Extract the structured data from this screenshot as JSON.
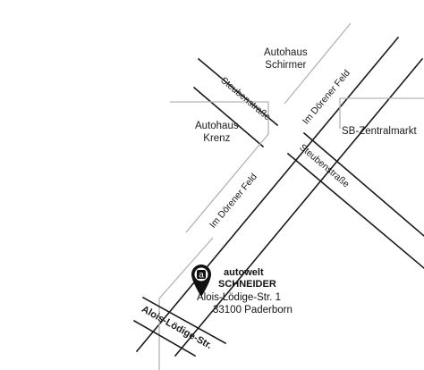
{
  "places": {
    "autohaus_schirmer": [
      "Autohaus",
      "Schirmer"
    ],
    "autohaus_krenz": [
      "Autohaus",
      "Krenz"
    ],
    "sb_zentralmarkt": "SB-Zentralmarkt"
  },
  "streets": {
    "steubenstrasse_upper": "Steubenstraße",
    "steubenstrasse_lower": "Steubenstraße",
    "im_doerener_feld_upper": "Im Dörener Feld",
    "im_doerener_feld_lower": "Im Dörener Feld",
    "alois_lodige_str": "Alois-Lödige-Str."
  },
  "company": {
    "name_line1": "autowelt",
    "name_line2": "SCHNEIDER",
    "street": "Alois-Lödige-Str. 1",
    "city": "33100 Paderborn",
    "pin_letter": "a"
  },
  "colors": {
    "road": "#1a1a1a",
    "road_light": "#b3b3b3",
    "pin": "#111111"
  },
  "icons": {
    "location_pin": "map-pin-icon"
  }
}
